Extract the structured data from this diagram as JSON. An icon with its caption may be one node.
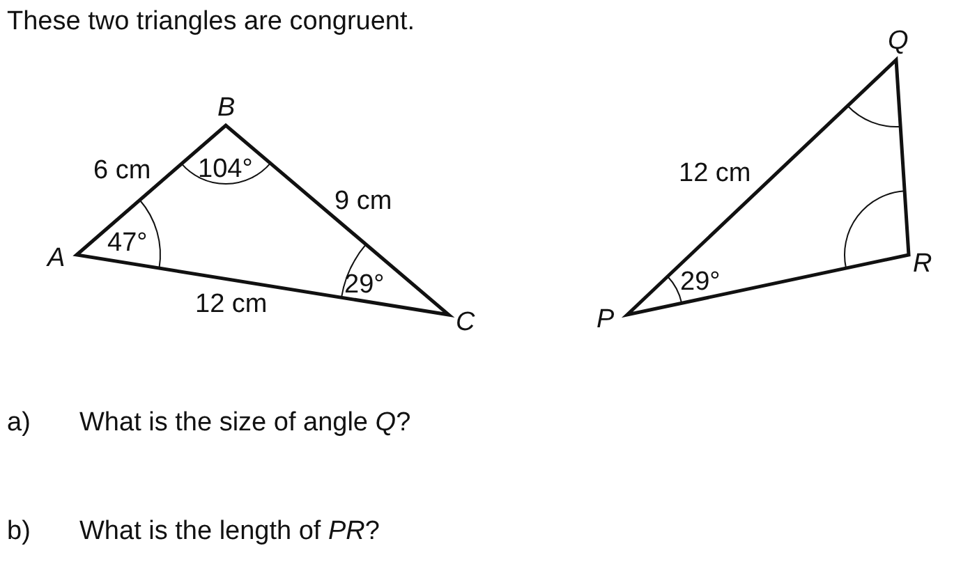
{
  "diagram": {
    "title": "These two triangles are congruent.",
    "labels": [
      "Q",
      "B",
      "6 cm",
      "104°",
      "12 cm",
      "9 cm",
      "A",
      "47°",
      "R",
      "29°",
      "12 cm",
      "29°",
      "C",
      "P",
      "a)",
      "What is the size of angle *Q*?",
      "b)",
      "What is the length of *PR*?"
    ]
  }
}
